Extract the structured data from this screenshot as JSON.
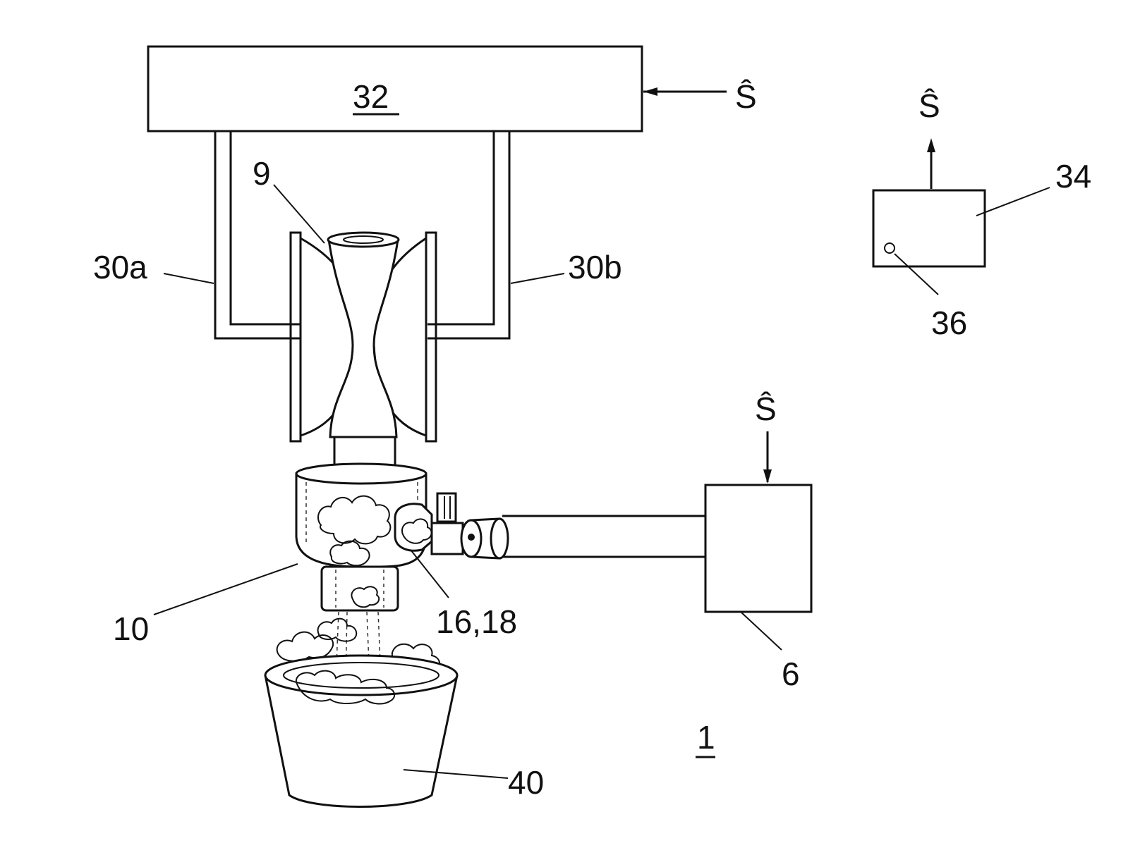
{
  "labels": {
    "controller": "32",
    "tube": "9",
    "arm_left": "30a",
    "arm_right": "30b",
    "remote": "34",
    "remote_button": "36",
    "head": "10",
    "nozzle": "16,18",
    "pump": "6",
    "container": "40",
    "system": "1"
  },
  "signals": {
    "controller_in": "Ŝ",
    "remote_out": "Ŝ",
    "pump_in": "Ŝ"
  }
}
